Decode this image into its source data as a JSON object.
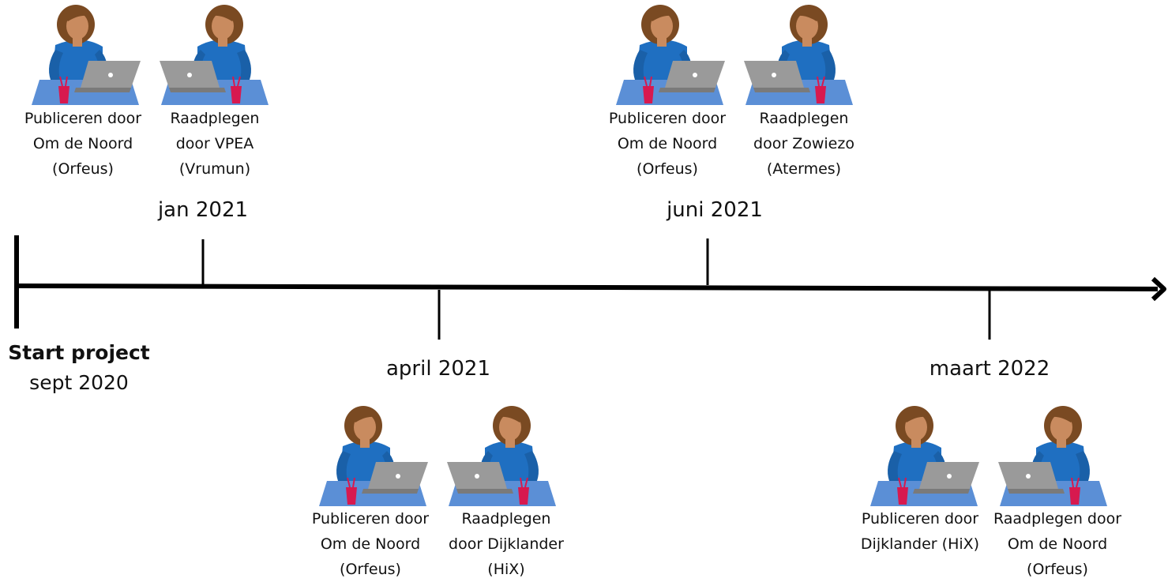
{
  "start": {
    "title": "Start project",
    "date": "sept 2020"
  },
  "milestones": [
    {
      "date": "jan 2021",
      "left": {
        "line1": "Publiceren door",
        "line2": "Om de Noord",
        "line3": "(Orfeus)"
      },
      "right": {
        "line1": "Raadplegen",
        "line2": "door VPEA",
        "line3": "(Vrumun)"
      }
    },
    {
      "date": "april 2021",
      "left": {
        "line1": "Publiceren door",
        "line2": "Om de Noord",
        "line3": "(Orfeus)"
      },
      "right": {
        "line1": "Raadplegen",
        "line2": "door Dijklander",
        "line3": "(HiX)"
      }
    },
    {
      "date": "juni 2021",
      "left": {
        "line1": "Publiceren door",
        "line2": "Om de Noord",
        "line3": "(Orfeus)"
      },
      "right": {
        "line1": "Raadplegen",
        "line2": "door Zowiezo",
        "line3": "(Atermes)"
      }
    },
    {
      "date": "maart 2022",
      "left": {
        "line1": "Publiceren door",
        "line2": "Dijklander (HiX)",
        "line3": ""
      },
      "right": {
        "line1": "Raadplegen door",
        "line2": "Om de Noord",
        "line3": "(Orfeus)"
      }
    }
  ],
  "icons": {
    "person": "woman-at-laptop-icon"
  },
  "colors": {
    "shirt": "#1f6fc1",
    "desk": "#5b8fd6",
    "laptop": "#9a9a9a",
    "cup": "#d7194f",
    "hair": "#7a4a22",
    "skin": "#c98b5f",
    "axis": "#000000"
  }
}
